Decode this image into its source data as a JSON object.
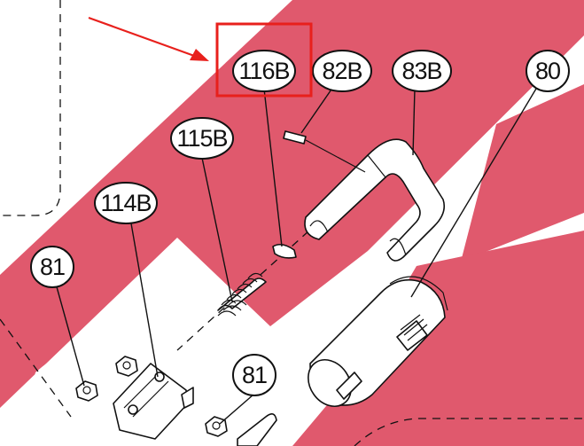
{
  "colors": {
    "band": "#e0596d",
    "highlight_box": "#e8201c",
    "arrow": "#e8201c",
    "background": "#ffffff",
    "ink": "#111111"
  },
  "callouts": {
    "c116b": "116B",
    "c82b": "82B",
    "c83b": "83B",
    "c80": "80",
    "c115b": "115B",
    "c114b": "114B",
    "c81_left": "81",
    "c81_lower": "81"
  }
}
